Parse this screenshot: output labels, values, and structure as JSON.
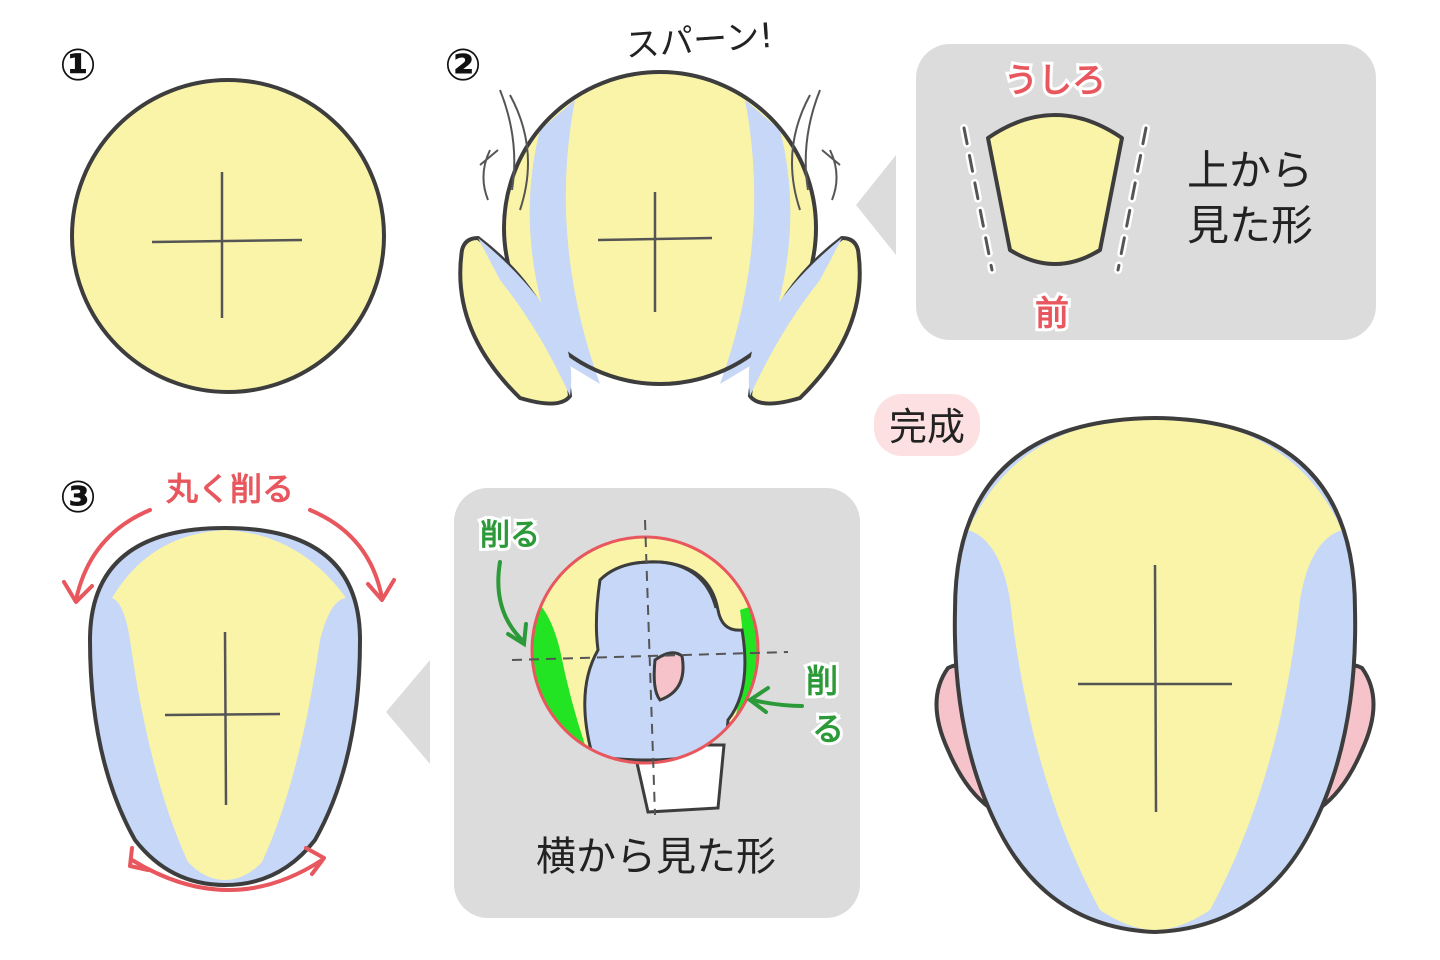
{
  "colors": {
    "skin": "#faf4a8",
    "side": "#c7d7f7",
    "ear": "#f6c3cb",
    "cut": "#22e422",
    "outline": "#3d3d3d",
    "panel": "#dcdcdc",
    "red": "#e8575d",
    "green": "#2d9a3a"
  },
  "steps": {
    "one": "①",
    "two": "②",
    "three": "③"
  },
  "step2": {
    "sfx": "スパーン!"
  },
  "top_view": {
    "back": "うしろ",
    "front": "前",
    "caption_line1": "上から",
    "caption_line2": "見た形"
  },
  "side_view": {
    "cut_top": "削る",
    "cut_right_1": "削",
    "cut_right_2": "る",
    "caption": "横から見た形"
  },
  "step3": {
    "round_cut": "丸く削る"
  },
  "final": {
    "label": "完成"
  }
}
